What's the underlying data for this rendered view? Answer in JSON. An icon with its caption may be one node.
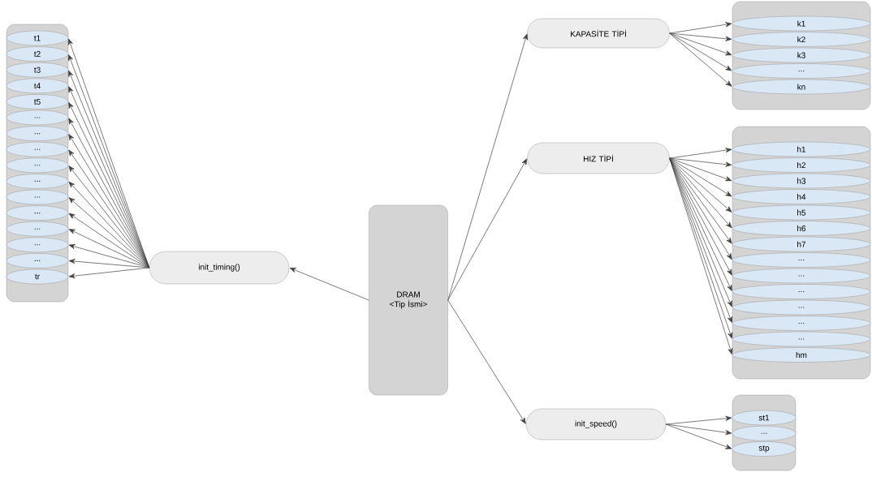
{
  "diagram": {
    "nodes": [
      {
        "text": [],
        "shape": "box"
      },
      {
        "text": [
          "t1"
        ],
        "in": 0
      },
      {
        "text": [
          "t2"
        ],
        "in": 0
      },
      {
        "text": [
          "t3"
        ],
        "in": 0
      },
      {
        "text": [
          "t4"
        ],
        "in": 0
      },
      {
        "text": [
          "t5"
        ],
        "in": 0
      },
      {
        "text": [
          "..."
        ],
        "in": 0
      },
      {
        "text": [
          "..."
        ],
        "in": 0
      },
      {
        "text": [
          "..."
        ],
        "in": 0
      },
      {
        "text": [
          "..."
        ],
        "in": 0
      },
      {
        "text": [
          "..."
        ],
        "in": 0
      },
      {
        "text": [
          "..."
        ],
        "in": 0
      },
      {
        "text": [
          "..."
        ],
        "in": 0
      },
      {
        "text": [
          "..."
        ],
        "in": 0
      },
      {
        "text": [
          "..."
        ],
        "in": 0
      },
      {
        "text": [
          "..."
        ],
        "in": 0
      },
      {
        "text": [
          "tr"
        ],
        "in": 0
      },
      {
        "text": [
          "init_timing()"
        ]
      },
      {
        "text": [
          "DRAM <Tip İsmi>"
        ]
      },
      {
        "text": [
          "KAPASİTE TİPİ"
        ]
      },
      {
        "text": [],
        "shape": "box"
      },
      {
        "text": [
          "k1"
        ],
        "in": 20
      },
      {
        "text": [
          "k2"
        ],
        "in": 20
      },
      {
        "text": [
          "k3"
        ],
        "in": 20
      },
      {
        "text": [
          "..."
        ],
        "in": 20
      },
      {
        "text": [
          "kn"
        ],
        "in": 20
      },
      {
        "text": [
          "HIZ TİPİ"
        ]
      },
      {
        "text": [],
        "shape": "box"
      },
      {
        "text": [
          "h1"
        ],
        "in": 27
      },
      {
        "text": [
          "h2"
        ],
        "in": 27
      },
      {
        "text": [
          "h3"
        ],
        "in": 27
      },
      {
        "text": [
          "h4"
        ],
        "in": 27
      },
      {
        "text": [
          "h5"
        ],
        "in": 27
      },
      {
        "text": [
          "h6"
        ],
        "in": 27
      },
      {
        "text": [
          "h7"
        ],
        "in": 27
      },
      {
        "text": [
          "..."
        ],
        "in": 27
      },
      {
        "text": [
          "..."
        ],
        "in": 27
      },
      {
        "text": [
          "..."
        ],
        "in": 27
      },
      {
        "text": [
          "..."
        ],
        "in": 27
      },
      {
        "text": [
          "..."
        ],
        "in": 27
      },
      {
        "text": [
          "..."
        ],
        "in": 27
      },
      {
        "text": [
          "hm"
        ],
        "in": 27
      },
      {
        "text": [
          "init_speed()"
        ]
      },
      {
        "text": [],
        "shape": "box"
      },
      {
        "text": [
          "st1"
        ],
        "in": 43
      },
      {
        "text": [
          "..."
        ],
        "in": 43
      },
      {
        "text": [
          "stp"
        ],
        "in": 43
      }
    ],
    "edges": [
      {
        "from": 18,
        "to": 17,
        "arrow": "to"
      },
      {
        "from": 18,
        "to": 19,
        "arrow": "to"
      },
      {
        "from": 18,
        "to": 26,
        "arrow": "to"
      },
      {
        "from": 18,
        "to": 42,
        "arrow": "to"
      },
      {
        "from": 17,
        "to": 1,
        "arrow": "to"
      },
      {
        "from": 17,
        "to": 2,
        "arrow": "to"
      },
      {
        "from": 17,
        "to": 3,
        "arrow": "to"
      },
      {
        "from": 17,
        "to": 4,
        "arrow": "to"
      },
      {
        "from": 17,
        "to": 5,
        "arrow": "to"
      },
      {
        "from": 17,
        "to": 6,
        "arrow": "to"
      },
      {
        "from": 17,
        "to": 7,
        "arrow": "to"
      },
      {
        "from": 17,
        "to": 8,
        "arrow": "to"
      },
      {
        "from": 17,
        "to": 9,
        "arrow": "to"
      },
      {
        "from": 17,
        "to": 10,
        "arrow": "to"
      },
      {
        "from": 17,
        "to": 11,
        "arrow": "to"
      },
      {
        "from": 17,
        "to": 12,
        "arrow": "to"
      },
      {
        "from": 17,
        "to": 13,
        "arrow": "to"
      },
      {
        "from": 17,
        "to": 14,
        "arrow": "to"
      },
      {
        "from": 17,
        "to": 15,
        "arrow": "to"
      },
      {
        "from": 17,
        "to": 16,
        "arrow": "to"
      },
      {
        "from": 19,
        "to": 21,
        "arrow": "to"
      },
      {
        "from": 19,
        "to": 22,
        "arrow": "to"
      },
      {
        "from": 19,
        "to": 23,
        "arrow": "to"
      },
      {
        "from": 19,
        "to": 24,
        "arrow": "to"
      },
      {
        "from": 19,
        "to": 25,
        "arrow": "to"
      },
      {
        "from": 26,
        "to": 28,
        "arrow": "to"
      },
      {
        "from": 26,
        "to": 29,
        "arrow": "to"
      },
      {
        "from": 26,
        "to": 30,
        "arrow": "to"
      },
      {
        "from": 26,
        "to": 31,
        "arrow": "to"
      },
      {
        "from": 26,
        "to": 32,
        "arrow": "to"
      },
      {
        "from": 26,
        "to": 33,
        "arrow": "to"
      },
      {
        "from": 26,
        "to": 34,
        "arrow": "to"
      },
      {
        "from": 26,
        "to": 35,
        "arrow": "to"
      },
      {
        "from": 26,
        "to": 36,
        "arrow": "to"
      },
      {
        "from": 26,
        "to": 37,
        "arrow": "to"
      },
      {
        "from": 26,
        "to": 38,
        "arrow": "to"
      },
      {
        "from": 26,
        "to": 39,
        "arrow": "to"
      },
      {
        "from": 26,
        "to": 40,
        "arrow": "to"
      },
      {
        "from": 26,
        "to": 41,
        "arrow": "to"
      },
      {
        "from": 42,
        "to": 44,
        "arrow": "to"
      },
      {
        "from": 42,
        "to": 45,
        "arrow": "to"
      },
      {
        "from": 42,
        "to": 46,
        "arrow": "to"
      }
    ]
  }
}
